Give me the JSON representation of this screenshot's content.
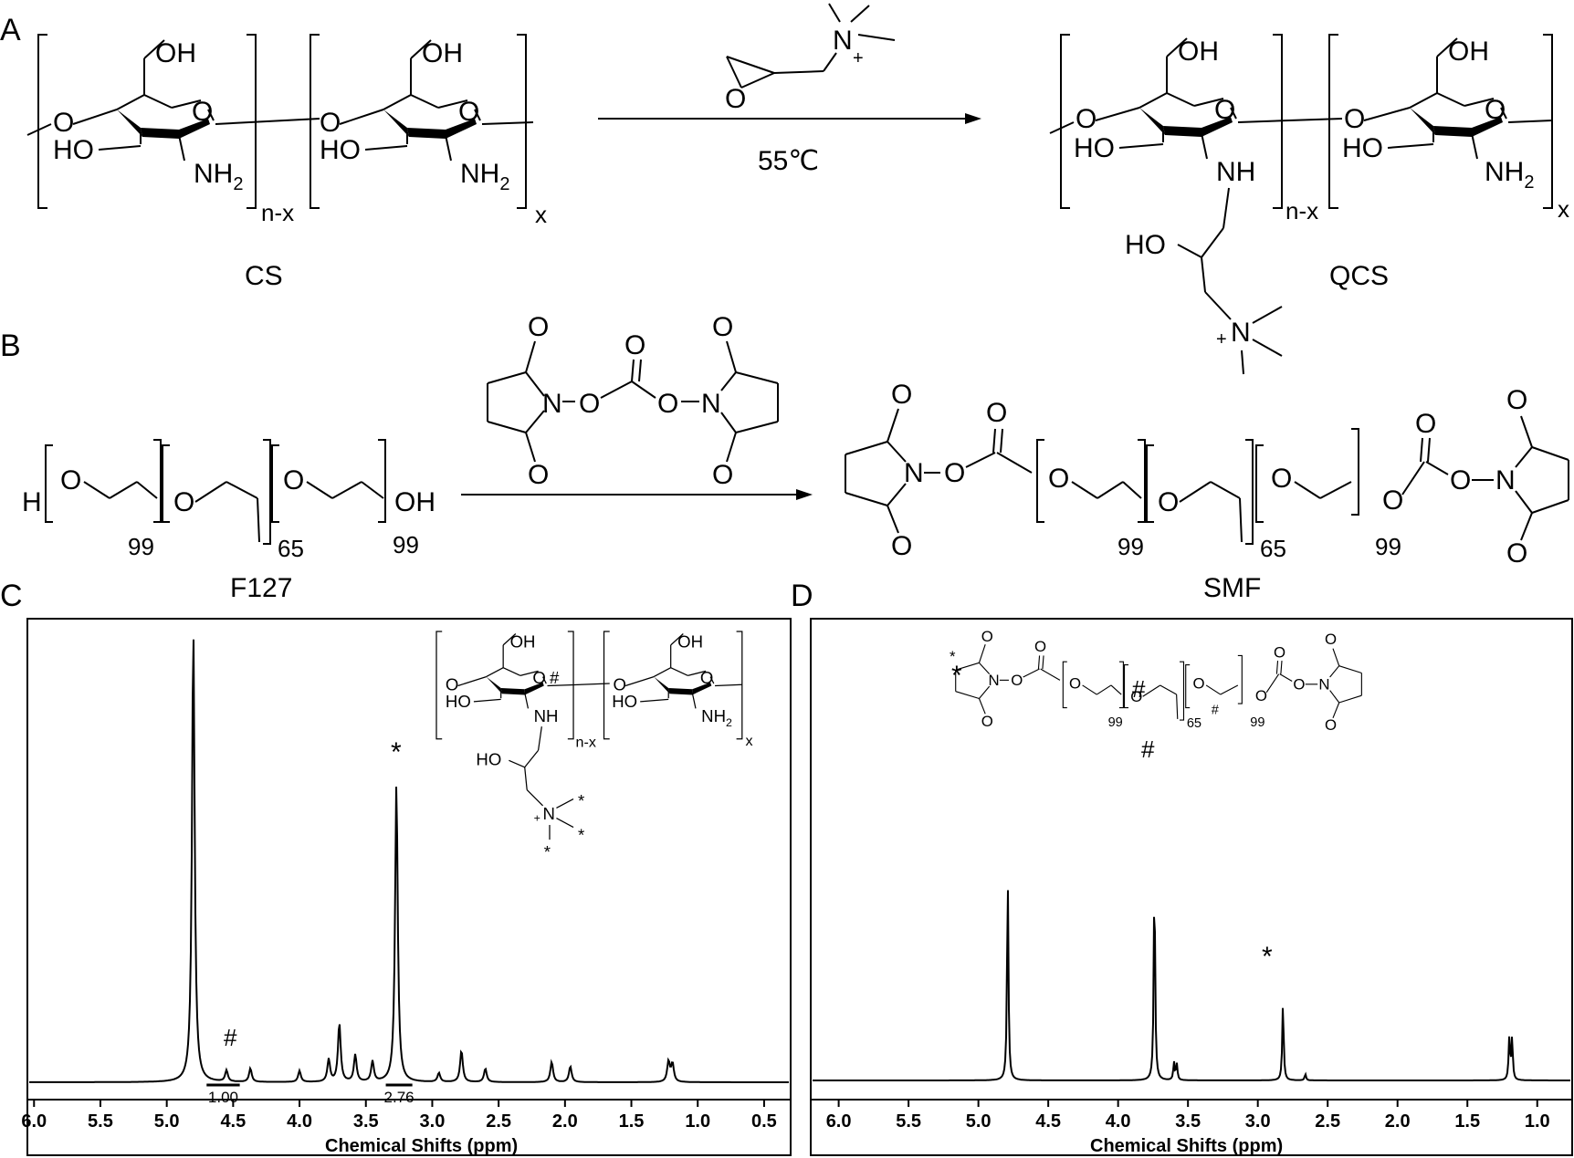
{
  "panels": {
    "A": {
      "label": "A",
      "reagent_condition": "55℃",
      "reactant_name": "CS",
      "product_name": "QCS",
      "atoms": {
        "OH": "OH",
        "O": "O",
        "HO": "HO",
        "NH2": "NH",
        "sub2": "2",
        "NH": "NH",
        "N": "N",
        "plus": "+"
      },
      "subscripts": {
        "nx": "n-x",
        "x": "x"
      }
    },
    "B": {
      "label": "B",
      "reactant_name": "F127",
      "product_name": "SMF",
      "atoms": {
        "H": "H",
        "O": "O",
        "OH": "OH",
        "N": "N"
      },
      "subscripts": {
        "a": "99",
        "b": "65",
        "c": "99"
      }
    },
    "C": {
      "label": "C",
      "xlabel": "Chemical Shifts (ppm)",
      "ticks": [
        "6.0",
        "5.5",
        "5.0",
        "4.5",
        "4.0",
        "3.5",
        "3.0",
        "2.5",
        "2.0",
        "1.5",
        "1.0",
        "0.5"
      ],
      "integrals": [
        "1.00",
        "2.76"
      ],
      "markers": {
        "hash": "#",
        "star": "*"
      },
      "inset": {
        "OH": "OH",
        "O": "O",
        "HO": "HO",
        "NH": "NH",
        "NH2": "NH",
        "sub2": "2",
        "N": "N",
        "plus": "+",
        "nx": "n-x",
        "x": "x"
      }
    },
    "D": {
      "label": "D",
      "xlabel": "Chemical Shifts (ppm)",
      "ticks": [
        "6.0",
        "5.5",
        "5.0",
        "4.5",
        "4.0",
        "3.5",
        "3.0",
        "2.5",
        "2.0",
        "1.5",
        "1.0"
      ],
      "markers": {
        "hash": "#",
        "star": "*"
      },
      "inset": {
        "O": "O",
        "N": "N",
        "a": "99",
        "b": "65",
        "c": "99"
      }
    }
  },
  "chart_data": [
    {
      "type": "line",
      "panel": "C",
      "xlabel": "Chemical Shifts (ppm)",
      "xlim": [
        6.05,
        0.3
      ],
      "x_reversed": true,
      "peaks": [
        {
          "ppm": 4.8,
          "intensity": 1.0
        },
        {
          "ppm": 4.55,
          "intensity": 0.025
        },
        {
          "ppm": 4.37,
          "intensity": 0.03
        },
        {
          "ppm": 4.0,
          "intensity": 0.025
        },
        {
          "ppm": 3.78,
          "intensity": 0.05
        },
        {
          "ppm": 3.7,
          "intensity": 0.13
        },
        {
          "ppm": 3.58,
          "intensity": 0.06
        },
        {
          "ppm": 3.45,
          "intensity": 0.045
        },
        {
          "ppm": 3.27,
          "intensity": 0.66
        },
        {
          "ppm": 2.95,
          "intensity": 0.02
        },
        {
          "ppm": 2.78,
          "intensity": 0.07
        },
        {
          "ppm": 2.6,
          "intensity": 0.03
        },
        {
          "ppm": 2.1,
          "intensity": 0.045
        },
        {
          "ppm": 1.96,
          "intensity": 0.035
        },
        {
          "ppm": 1.22,
          "intensity": 0.045
        },
        {
          "ppm": 1.19,
          "intensity": 0.04
        }
      ],
      "integrals": [
        {
          "label": "1.00",
          "from": 4.7,
          "to": 4.45
        },
        {
          "label": "2.76",
          "from": 3.35,
          "to": 3.15
        }
      ],
      "annotations": [
        {
          "text": "#",
          "ppm": 4.55
        },
        {
          "text": "*",
          "ppm": 3.27
        }
      ]
    },
    {
      "type": "line",
      "panel": "D",
      "xlabel": "Chemical Shifts (ppm)",
      "xlim": [
        6.2,
        0.75
      ],
      "x_reversed": true,
      "peaks": [
        {
          "ppm": 4.79,
          "intensity": 0.63
        },
        {
          "ppm": 3.74,
          "intensity": 0.63
        },
        {
          "ppm": 3.6,
          "intensity": 0.055
        },
        {
          "ppm": 3.58,
          "intensity": 0.05
        },
        {
          "ppm": 2.82,
          "intensity": 0.24
        },
        {
          "ppm": 2.66,
          "intensity": 0.02
        },
        {
          "ppm": 1.2,
          "intensity": 0.13
        },
        {
          "ppm": 1.18,
          "intensity": 0.13
        }
      ],
      "annotations": [
        {
          "text": "#",
          "ppm": 3.74
        },
        {
          "text": "*",
          "ppm": 2.82
        }
      ]
    }
  ]
}
